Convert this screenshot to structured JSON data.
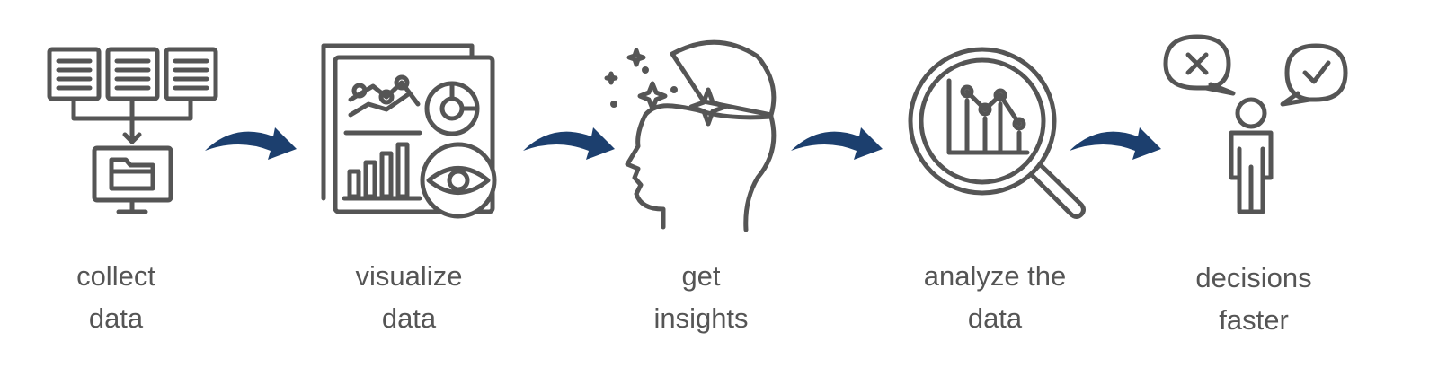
{
  "colors": {
    "icon": "#555555",
    "arrow": "#1c3f6e",
    "text": "#555555",
    "background": "#ffffff"
  },
  "steps": [
    {
      "icon": "documents-to-computer-icon",
      "line1": "collect",
      "line2": "data"
    },
    {
      "icon": "dashboard-charts-eye-icon",
      "line1": "visualize",
      "line2": "data"
    },
    {
      "icon": "head-with-sparkles-icon",
      "line1": "get",
      "line2": "insights"
    },
    {
      "icon": "magnifier-chart-icon",
      "line1": "analyze the",
      "line2": "data"
    },
    {
      "icon": "person-decision-bubbles-icon",
      "line1": "decisions",
      "line2": "faster"
    }
  ],
  "arrows": [
    "curved-arrow-icon",
    "curved-arrow-icon",
    "curved-arrow-icon",
    "curved-arrow-icon"
  ]
}
